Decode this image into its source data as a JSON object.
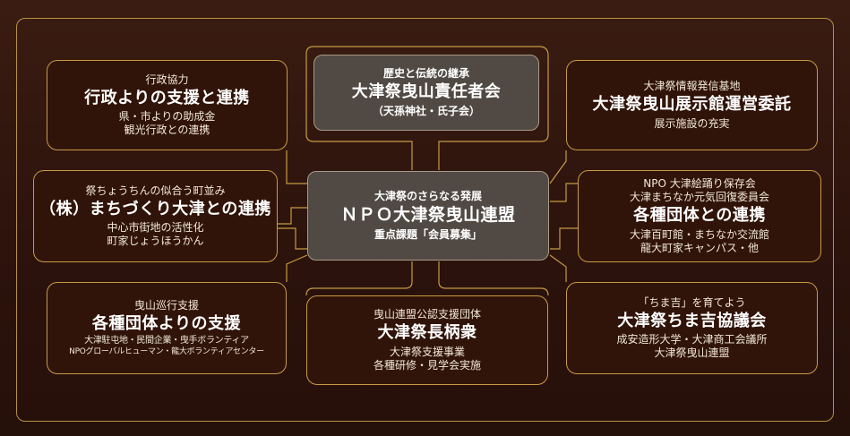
{
  "top_left": {
    "line1": "行政協力",
    "title": "行政よりの支援と連携",
    "line2": "県・市よりの助成金",
    "line3": "観光行政との連携"
  },
  "top_center": {
    "line1": "歴史と伝統の継承",
    "title": "大津祭曳山責任者会",
    "line2": "（天孫神社・氏子会）"
  },
  "top_right": {
    "line1": "大津祭情報発信基地",
    "title": "大津祭曳山展示館運営委託",
    "line2": "展示施設の充実"
  },
  "mid_left": {
    "line1": "祭ちょうちんの似合う町並み",
    "title": "（株）まちづくり大津との連携",
    "line2": "中心市街地の活性化",
    "line3": "町家じょうほうかん"
  },
  "mid_center": {
    "line1": "大津祭のさらなる発展",
    "title": "ＮＰＯ大津祭曳山連盟",
    "line2": "重点課題「会員募集」"
  },
  "mid_right": {
    "line1": "NPO 大津絵踊り保存会",
    "line2": "大津まちなか元気回復委員会",
    "title": "各種団体との連携",
    "line3": "大津百町館・まちなか交流館",
    "line4": "龍大町家キャンパス・他"
  },
  "bot_left": {
    "line1": "曳山巡行支援",
    "title": "各種団体よりの支援",
    "line2": "大津駐屯地・民間企業・曳手ボランティア",
    "line3": "NPOグローバルヒューマン・龍大ボランティアセンター"
  },
  "bot_center": {
    "line1": "曳山連盟公認支援団体",
    "title": "大津祭長柄衆",
    "line2": "大津祭支援事業",
    "line3": "各種研修・見学会実施"
  },
  "bot_right": {
    "line1": "「ちま吉」を育てよう",
    "title": "大津祭ちま吉協議会",
    "line2": "成安造形大学・大津商工会議所",
    "line3": "大津祭曳山連盟"
  },
  "colors": {
    "background": "#2c130c",
    "gold": "#c79a44",
    "core_box": "#514a44"
  }
}
